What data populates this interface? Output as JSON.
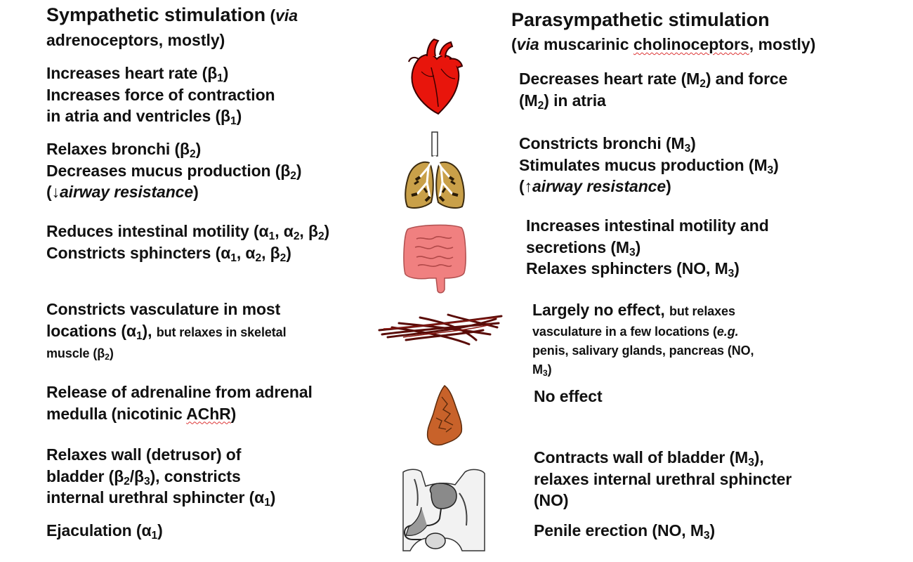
{
  "headers": {
    "sympathetic": {
      "title": "Sympathetic stimulation",
      "paren_open": " (",
      "via": "via",
      "line2": "adrenoceptors, mostly)"
    },
    "parasympathetic": {
      "title": "Parasympathetic stimulation",
      "paren_open": "(",
      "via": "via",
      "middle": " muscarinic ",
      "underlined": "cholinoceptors",
      "end": ", mostly)"
    }
  },
  "organs": {
    "heart": "heart-icon",
    "lungs": "lungs-icon",
    "intestine": "intestine-icon",
    "vessels": "blood-vessels-icon",
    "adrenal": "adrenal-gland-icon",
    "pelvis": "pelvis-bladder-icon"
  },
  "sympathetic": {
    "heart": {
      "l1": "Increases heart rate (β",
      "l1_sub": "1",
      "l1_end": ")",
      "l2": "Increases force of contraction",
      "l3": "in atria and ventricles (β",
      "l3_sub": "1",
      "l3_end": ")"
    },
    "lungs": {
      "l1": "Relaxes bronchi (β",
      "l1_sub": "2",
      "l1_end": ")",
      "l2": "Decreases mucus production (β",
      "l2_sub": "2",
      "l2_end": ")",
      "l3_open": "(↓",
      "l3_it": "airway resistance",
      "l3_end": ")"
    },
    "intestine": {
      "l1_a": "Reduces intestinal motility (α",
      "l1_s1": "1",
      "l1_b": ", α",
      "l1_s2": "2",
      "l1_c": ", β",
      "l1_s3": "2",
      "l1_d": ")",
      "l2_a": "Constricts sphincters (α",
      "l2_s1": "1",
      "l2_b": ", α",
      "l2_s2": "2",
      "l2_c": ", β",
      "l2_s3": "2",
      "l2_d": ")"
    },
    "vessels": {
      "l1": "Constricts vasculature in most",
      "l2_a": "locations (α",
      "l2_sub": "1",
      "l2_b": "), ",
      "l2_small": "but relaxes in skeletal",
      "l3_a": "muscle (β",
      "l3_sub": "2",
      "l3_b": ")"
    },
    "adrenal": {
      "l1": "Release of adrenaline from adrenal",
      "l2_a": "medulla (nicotinic ",
      "l2_u": "AChR",
      "l2_b": ")"
    },
    "bladder": {
      "l1": "Relaxes wall (detrusor) of",
      "l2_a": "bladder (β",
      "l2_s1": "2",
      "l2_b": "/β",
      "l2_s2": "3",
      "l2_c": "), constricts",
      "l3_a": "internal urethral sphincter (α",
      "l3_sub": "1",
      "l3_b": ")"
    },
    "ejaculation": {
      "a": "Ejaculation (α",
      "sub": "1",
      "b": ")"
    }
  },
  "parasympathetic": {
    "heart": {
      "l1_a": "Decreases heart rate (M",
      "l1_sub": "2",
      "l1_b": ") and force",
      "l2_a": "(M",
      "l2_sub": "2",
      "l2_b": ") in atria"
    },
    "lungs": {
      "l1_a": "Constricts bronchi (M",
      "l1_sub": "3",
      "l1_b": ")",
      "l2_a": "Stimulates mucus production (M",
      "l2_sub": "3",
      "l2_b": ")",
      "l3_open": "(↑",
      "l3_it": "airway resistance",
      "l3_end": ")"
    },
    "intestine": {
      "l1": "Increases intestinal motility and",
      "l2_a": "secretions (M",
      "l2_sub": "3",
      "l2_b": ")",
      "l3_a": "Relaxes sphincters (NO, M",
      "l3_sub": "3",
      "l3_b": ")"
    },
    "vessels": {
      "l1_big": "Largely no effect, ",
      "l1_small": "but relaxes",
      "l2_a": "vasculature in a few locations (",
      "l2_it": "e.g.",
      "l3": "penis, salivary glands, pancreas (NO,",
      "l4_a": "M",
      "l4_sub": "3",
      "l4_b": ")"
    },
    "adrenal": {
      "text": "No effect"
    },
    "bladder": {
      "l1_a": "Contracts wall of bladder (M",
      "l1_sub": "3",
      "l1_b": "),",
      "l2": "relaxes internal urethral sphincter",
      "l3": "(NO)"
    },
    "erection": {
      "a": "Penile erection (NO, M",
      "sub": "3",
      "b": ")"
    }
  }
}
